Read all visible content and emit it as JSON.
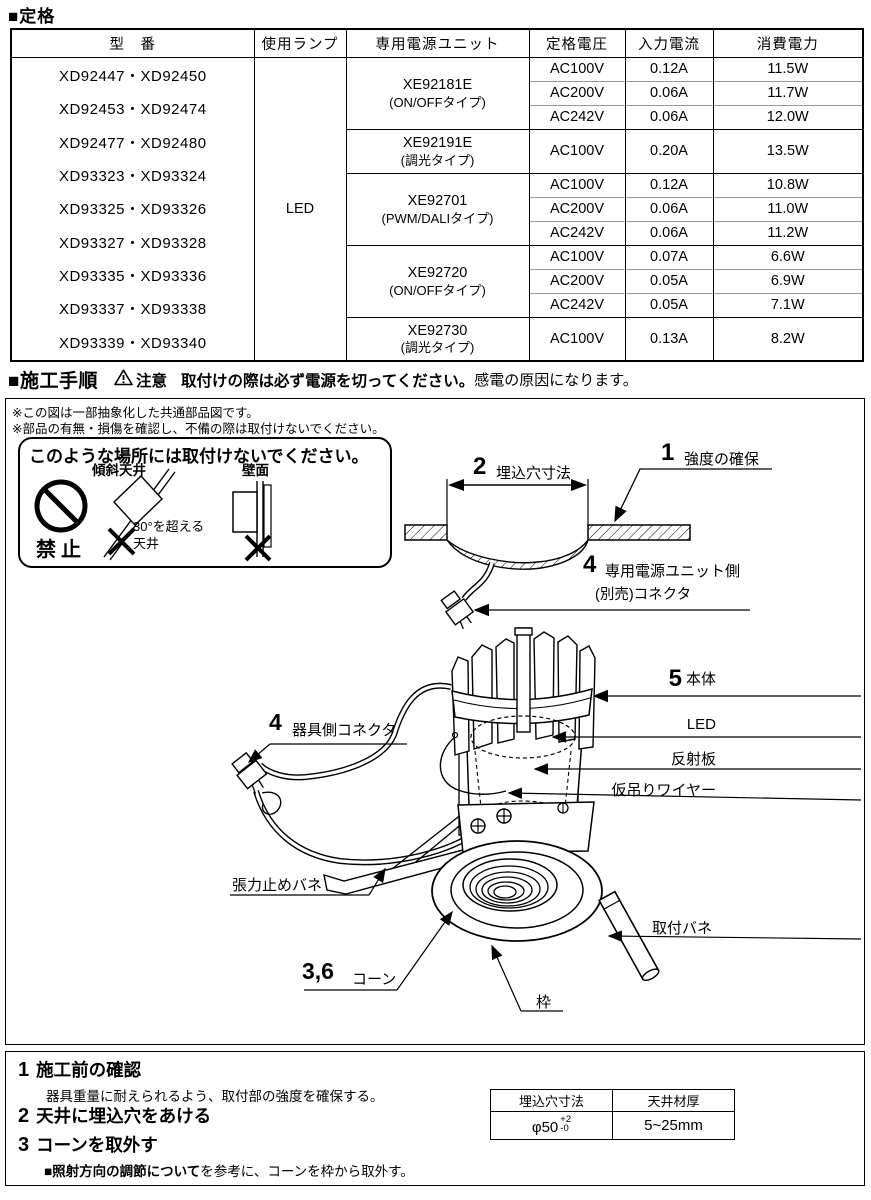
{
  "ratings": {
    "title": "■定格",
    "headers": [
      "型　番",
      "使用ランプ",
      "専用電源ユニット",
      "定格電圧",
      "入力電流",
      "消費電力"
    ],
    "models": [
      "XD92447・XD92450",
      "XD92453・XD92474",
      "XD92477・XD92480",
      "XD93323・XD93324",
      "XD93325・XD93326",
      "XD93327・XD93328",
      "XD93335・XD93336",
      "XD93337・XD93338",
      "XD93339・XD93340"
    ],
    "lamp": "LED",
    "groups": [
      {
        "unit": "XE92181E",
        "unit_type": "(ON/OFFタイプ)",
        "rows": [
          [
            "AC100V",
            "0.12A",
            "11.5W"
          ],
          [
            "AC200V",
            "0.06A",
            "11.7W"
          ],
          [
            "AC242V",
            "0.06A",
            "12.0W"
          ]
        ]
      },
      {
        "unit": "XE92191E",
        "unit_type": "(調光タイプ)",
        "rows": [
          [
            "AC100V",
            "0.20A",
            "13.5W"
          ]
        ]
      },
      {
        "unit": "XE92701",
        "unit_type": "(PWM/DALIタイプ)",
        "rows": [
          [
            "AC100V",
            "0.12A",
            "10.8W"
          ],
          [
            "AC200V",
            "0.06A",
            "11.0W"
          ],
          [
            "AC242V",
            "0.06A",
            "11.2W"
          ]
        ]
      },
      {
        "unit": "XE92720",
        "unit_type": "(ON/OFFタイプ)",
        "rows": [
          [
            "AC100V",
            "0.07A",
            "6.6W"
          ],
          [
            "AC200V",
            "0.05A",
            "6.9W"
          ],
          [
            "AC242V",
            "0.05A",
            "7.1W"
          ]
        ]
      },
      {
        "unit": "XE92730",
        "unit_type": "(調光タイプ)",
        "rows": [
          [
            "AC100V",
            "0.13A",
            "8.2W"
          ]
        ]
      }
    ]
  },
  "procedure": {
    "title": "■施工手順",
    "caution_label": "注意",
    "caution_bold": "取付けの際は必ず電源を切ってください。",
    "caution_rest": "感電の原因になります。"
  },
  "diagram": {
    "note1": "※この図は一部抽象化した共通部品図です。",
    "note2": "※部品の有無・損傷を確認し、不備の際は取付けないでください。",
    "prohibition": {
      "title": "このような場所には取付けないでください。",
      "ban_label": "禁止",
      "sloped_ceiling": "傾斜天井",
      "sloped_note1": "30°を超える",
      "sloped_note2": "天井",
      "wall": "壁面"
    },
    "callouts": {
      "strength_num": "1",
      "strength": "強度の確保",
      "hole_num": "2",
      "hole": "埋込穴寸法",
      "psu_num": "4",
      "psu_line1": "専用電源ユニット側",
      "psu_line2": "(別売)コネクタ",
      "body_num": "5",
      "body": "本体",
      "led": "LED",
      "reflector": "反射板",
      "wire": "仮吊りワイヤー",
      "fixture_conn_num": "4",
      "fixture_conn": "器具側コネクタ",
      "tension_spring": "張力止めバネ",
      "cone_num": "3,6",
      "cone": "コーン",
      "frame": "枠",
      "mount_spring": "取付バネ"
    }
  },
  "instructions": {
    "step1_num": "1",
    "step1_title": "施工前の確認",
    "step1_body": "器具重量に耐えられるよう、取付部の強度を確保する。",
    "step2_num": "2",
    "step2_title": "天井に埋込穴をあける",
    "step3_num": "3",
    "step3_title": "コーンを取外す",
    "step3_body_bold": "■照射方向の調節について",
    "step3_body_rest": "を参考に、コーンを枠から取外す。",
    "hole_table": {
      "header1": "埋込穴寸法",
      "header2": "天井材厚",
      "hole_value": "φ50",
      "tol_plus": "+2",
      "tol_minus": "-0",
      "thickness_value": "5~25mm"
    }
  }
}
